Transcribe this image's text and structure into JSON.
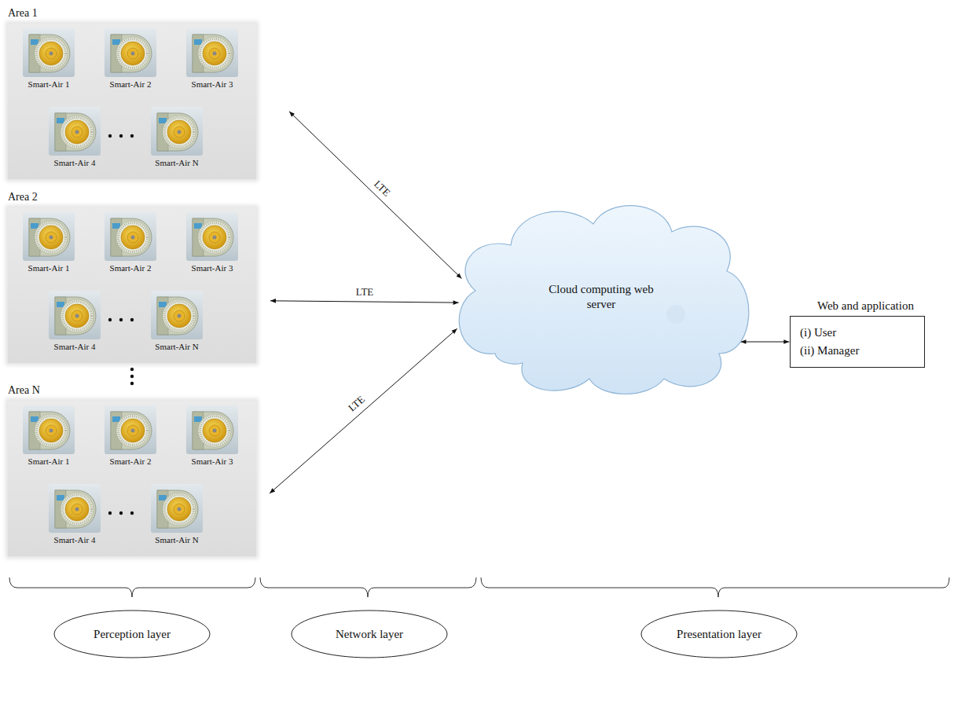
{
  "diagram": {
    "nodes": [
      {
        "text": [
          "Area 1"
        ]
      },
      {
        "text": [
          "Smart-Air 1"
        ],
        "in": 0
      },
      {
        "text": [
          "Smart-Air 2"
        ],
        "in": 0
      },
      {
        "text": [
          "Smart-Air 3"
        ],
        "in": 0
      },
      {
        "text": [
          "Smart-Air 4"
        ],
        "in": 0
      },
      {
        "text": [
          "Smart-Air N"
        ],
        "in": 0
      },
      {
        "text": [
          "Area 2"
        ]
      },
      {
        "text": [
          "Smart-Air 1"
        ],
        "in": 6
      },
      {
        "text": [
          "Smart-Air 2"
        ],
        "in": 6
      },
      {
        "text": [
          "Smart-Air 3"
        ],
        "in": 6
      },
      {
        "text": [
          "Smart-Air 4"
        ],
        "in": 6
      },
      {
        "text": [
          "Smart-Air N"
        ],
        "in": 6
      },
      {
        "text": [
          "Area N"
        ]
      },
      {
        "text": [
          "Smart-Air 1"
        ],
        "in": 12
      },
      {
        "text": [
          "Smart-Air 2"
        ],
        "in": 12
      },
      {
        "text": [
          "Smart-Air 3"
        ],
        "in": 12
      },
      {
        "text": [
          "Smart-Air 4"
        ],
        "in": 12
      },
      {
        "text": [
          "Smart-Air N"
        ],
        "in": 12
      },
      {
        "text": [
          "Cloud computing web server"
        ]
      },
      {
        "text": [
          "Web and application",
          "(i) User",
          "(ii) Manager"
        ]
      },
      {
        "text": [
          "Perception layer"
        ]
      },
      {
        "text": [
          "Network layer"
        ]
      },
      {
        "text": [
          "Presentation layer"
        ]
      }
    ],
    "edges": [
      {
        "from": 0,
        "to": 18,
        "label": "LTE",
        "arrow": "both"
      },
      {
        "from": 6,
        "to": 18,
        "label": "LTE",
        "arrow": "both"
      },
      {
        "from": 12,
        "to": 18,
        "label": "LTE",
        "arrow": "both"
      },
      {
        "from": 18,
        "to": 19,
        "arrow": "both"
      }
    ]
  }
}
